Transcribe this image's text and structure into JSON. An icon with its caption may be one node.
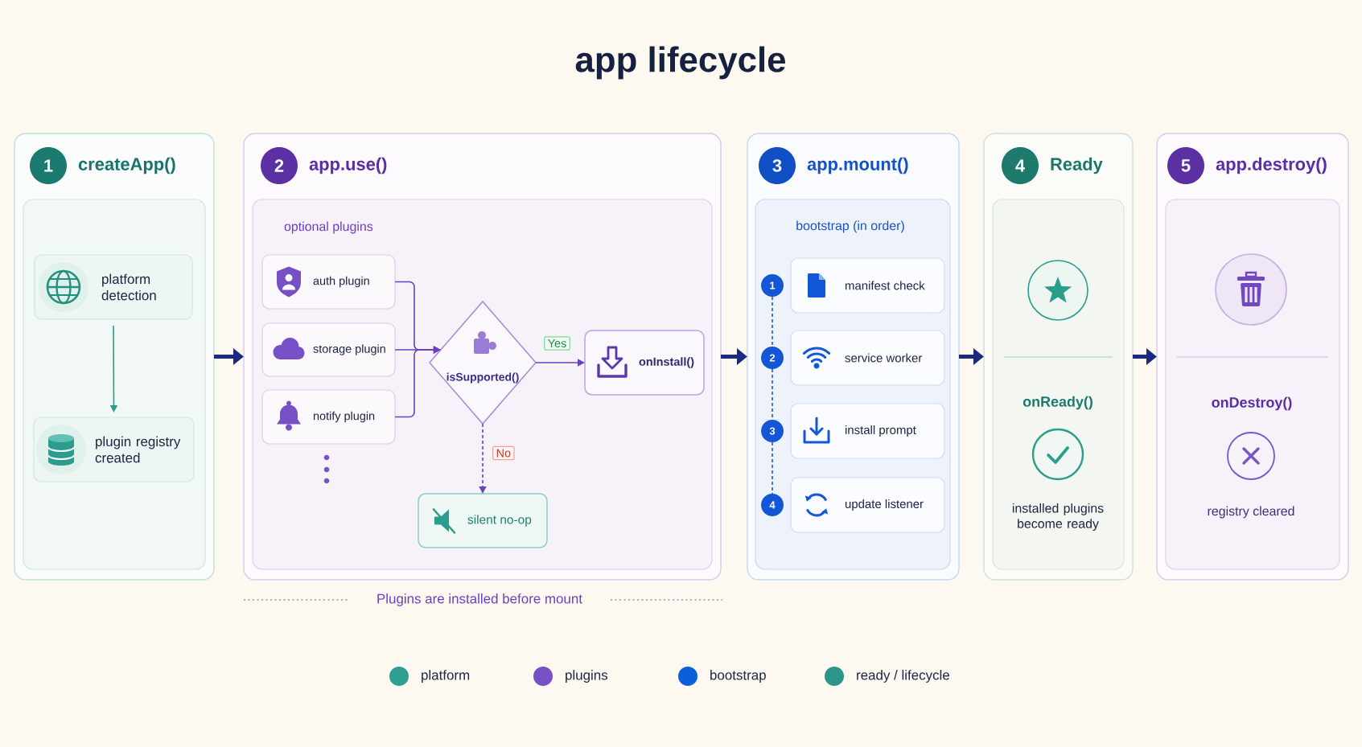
{
  "diagram": {
    "title": "app lifecycle",
    "nodes": [
      {
        "text": [
          "createApp()"
        ]
      },
      {
        "text": [
          "1"
        ],
        "in": 0
      },
      {
        "text": [],
        "shape": "box",
        "in": 0
      },
      {
        "text": [
          "platform detection"
        ],
        "in": 2
      },
      {
        "text": [
          "plugin registry created"
        ],
        "in": 2
      },
      {
        "text": [
          "app.use()"
        ]
      },
      {
        "text": [
          "2"
        ],
        "in": 5
      },
      {
        "text": [
          "optional plugins"
        ],
        "in": 5
      },
      {
        "text": [
          "auth plugin"
        ],
        "in": 7
      },
      {
        "text": [
          "storage plugin"
        ],
        "in": 7
      },
      {
        "text": [
          "notify plugin"
        ],
        "in": 7
      },
      {
        "text": [
          "isSupported()"
        ],
        "in": 7
      },
      {
        "text": [
          "onInstall()"
        ],
        "in": 7
      },
      {
        "text": [
          "silent no-op"
        ],
        "in": 7
      },
      {
        "text": [
          "app.mount()"
        ]
      },
      {
        "text": [
          "3"
        ],
        "in": 14
      },
      {
        "text": [
          "bootstrap (in order)"
        ],
        "in": 14
      },
      {
        "text": [
          "1"
        ],
        "in": 16
      },
      {
        "text": [
          "manifest check"
        ],
        "in": 16
      },
      {
        "text": [
          "2"
        ],
        "in": 16
      },
      {
        "text": [
          "service worker"
        ],
        "in": 16
      },
      {
        "text": [
          "3"
        ],
        "in": 16
      },
      {
        "text": [
          "install prompt"
        ],
        "in": 16
      },
      {
        "text": [
          "4"
        ],
        "in": 16
      },
      {
        "text": [
          "update listener"
        ],
        "in": 16
      },
      {
        "text": [
          "Ready"
        ]
      },
      {
        "text": [
          "4"
        ],
        "in": 25
      },
      {
        "text": [
          "onReady()",
          "installed plugins become ready"
        ],
        "in": 25
      },
      {
        "text": [
          "app.destroy()"
        ]
      },
      {
        "text": [
          "5"
        ],
        "in": 28
      },
      {
        "text": [
          "onDestroy()",
          "registry cleared"
        ],
        "in": 28
      }
    ],
    "edges": [
      {
        "from": 0,
        "to": 5,
        "arrow": "to",
        "style": "thick",
        "color": "#1b2a7e"
      },
      {
        "from": 5,
        "to": 14,
        "arrow": "to",
        "style": "thick",
        "color": "#1b2a7e"
      },
      {
        "from": 14,
        "to": 25,
        "arrow": "to",
        "style": "thick",
        "color": "#1b2a7e"
      },
      {
        "from": 25,
        "to": 28,
        "arrow": "to",
        "style": "thick",
        "color": "#1b2a7e"
      },
      {
        "from": 3,
        "to": 4,
        "arrow": "to",
        "color": "#2a9d8f"
      },
      {
        "from": 8,
        "to": 11,
        "arrow": "to"
      },
      {
        "from": 9,
        "to": 11,
        "arrow": "to"
      },
      {
        "from": 10,
        "to": 11,
        "arrow": "to"
      },
      {
        "from": 11,
        "to": 12,
        "arrow": "to",
        "label": "Yes"
      },
      {
        "from": 11,
        "to": 13,
        "arrow": "to",
        "label": "No",
        "style": "dashed"
      },
      {
        "from": 17,
        "to": 19,
        "arrow": "none",
        "style": "dashed",
        "color": "#1a5bd0"
      },
      {
        "from": 19,
        "to": 21,
        "arrow": "none",
        "style": "dashed",
        "color": "#1a5bd0"
      },
      {
        "from": 21,
        "to": 23,
        "arrow": "none",
        "style": "dashed",
        "color": "#1a5bd0"
      }
    ],
    "labels": [
      "Plugins are installed before mount"
    ],
    "legend": [
      {
        "text": "platform",
        "color": "#2e9e92"
      },
      {
        "text": "plugins",
        "color": "#7650c4"
      },
      {
        "text": "bootstrap",
        "color": "#0b5fd8"
      },
      {
        "text": "ready / lifecycle",
        "color": "#2d9488"
      }
    ]
  }
}
